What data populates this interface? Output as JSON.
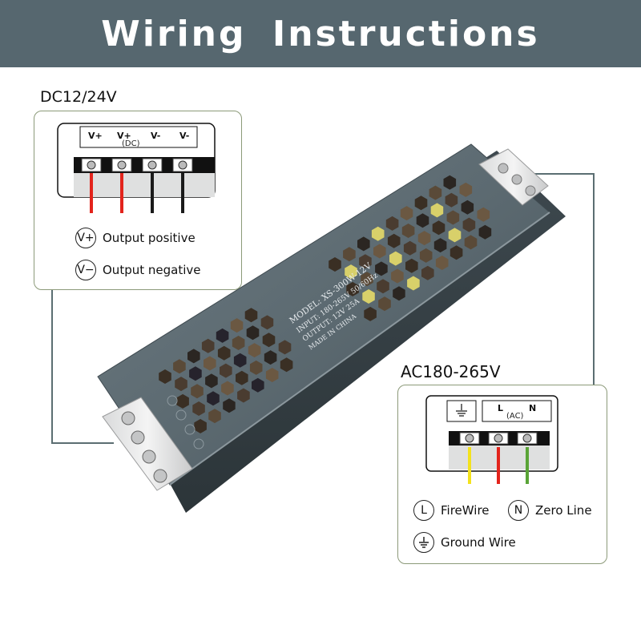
{
  "header": {
    "title": "Wiring Instructions"
  },
  "dc_section": {
    "title": "DC12/24V",
    "terminal_labels": [
      "V+",
      "V+",
      "V-",
      "V-"
    ],
    "terminal_sub": "(DC)",
    "legend": [
      {
        "symbol": "V+",
        "text": "Output positive"
      },
      {
        "symbol": "V−",
        "text": "Output negative"
      }
    ],
    "wire_colors": [
      "#e3241c",
      "#e3241c",
      "#1a1a1a",
      "#1a1a1a"
    ]
  },
  "ac_section": {
    "title": "AC180-265V",
    "terminal_labels": {
      "l": "L",
      "n": "N"
    },
    "terminal_sub": "(AC)",
    "legend": [
      {
        "symbol": "L",
        "text": "FireWire"
      },
      {
        "symbol": "N",
        "text": "Zero Line"
      },
      {
        "symbol": "ground-icon",
        "text": "Ground Wire"
      }
    ],
    "wire_colors": [
      "#f3e21d",
      "#e3241c",
      "#5aa437"
    ]
  },
  "psu_label": {
    "model": "MODEL: XS-300W-12V",
    "input": "INPUT: 180-265V 50/60Hz",
    "output": "OUTPUT: 12V 25A",
    "made_in": "MADE IN CHINA"
  },
  "colors": {
    "header_bg": "#56676f",
    "panel_border": "#8c9a79",
    "psu_body": "#5d6b72"
  }
}
